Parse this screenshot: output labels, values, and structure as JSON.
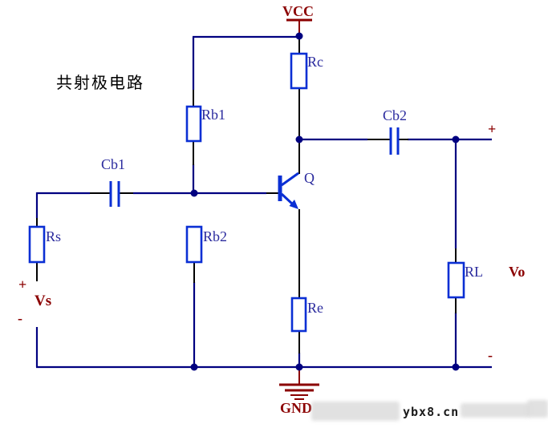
{
  "title": "共射极电路",
  "colors": {
    "wire": "#000080",
    "component": "#0a2fd4",
    "labelBlue": "#2b2b9e",
    "labelRed": "#8b0000",
    "ink": "#000000"
  },
  "labels": {
    "vcc": "VCC",
    "gnd": "GND",
    "rc": "Rc",
    "rb1": "Rb1",
    "rb2": "Rb2",
    "rs": "Rs",
    "re": "Re",
    "rl": "RL",
    "cb1": "Cb1",
    "cb2": "Cb2",
    "q": "Q",
    "vs": "Vs",
    "vo": "Vo",
    "in_plus": "+",
    "in_minus": "-",
    "out_plus": "+",
    "out_minus": "-"
  },
  "watermark": "ybx8.cn"
}
